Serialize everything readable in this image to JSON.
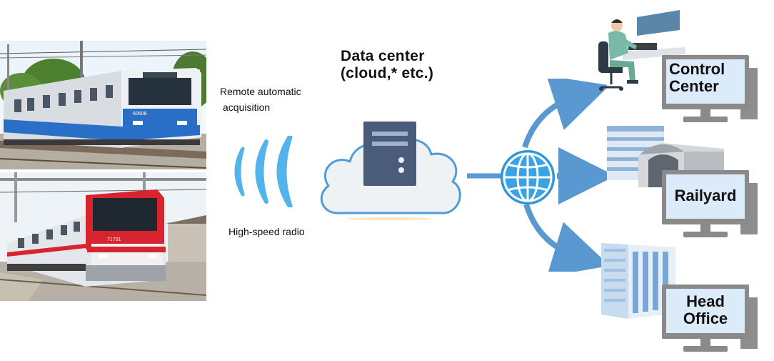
{
  "data_center": {
    "line1": "Data center",
    "line2": "(cloud,* etc.)"
  },
  "labels": {
    "remote_line1": "Remote automatic",
    "remote_line2": "acquisition",
    "radio": "High-speed radio"
  },
  "trains": {
    "blue_number": "60608",
    "red_number": "71701"
  },
  "destinations": [
    {
      "line1": "Control",
      "line2": "Center"
    },
    {
      "line1": "Railyard",
      "line2": ""
    },
    {
      "line1": "Head",
      "line2": "Office"
    }
  ],
  "colors": {
    "arrow": "#5a98d2",
    "globe": "#3aa3e6",
    "signal": "#52b4ea",
    "monitor_screen": "#dcebfa",
    "monitor_frame": "#8a8a8a"
  }
}
